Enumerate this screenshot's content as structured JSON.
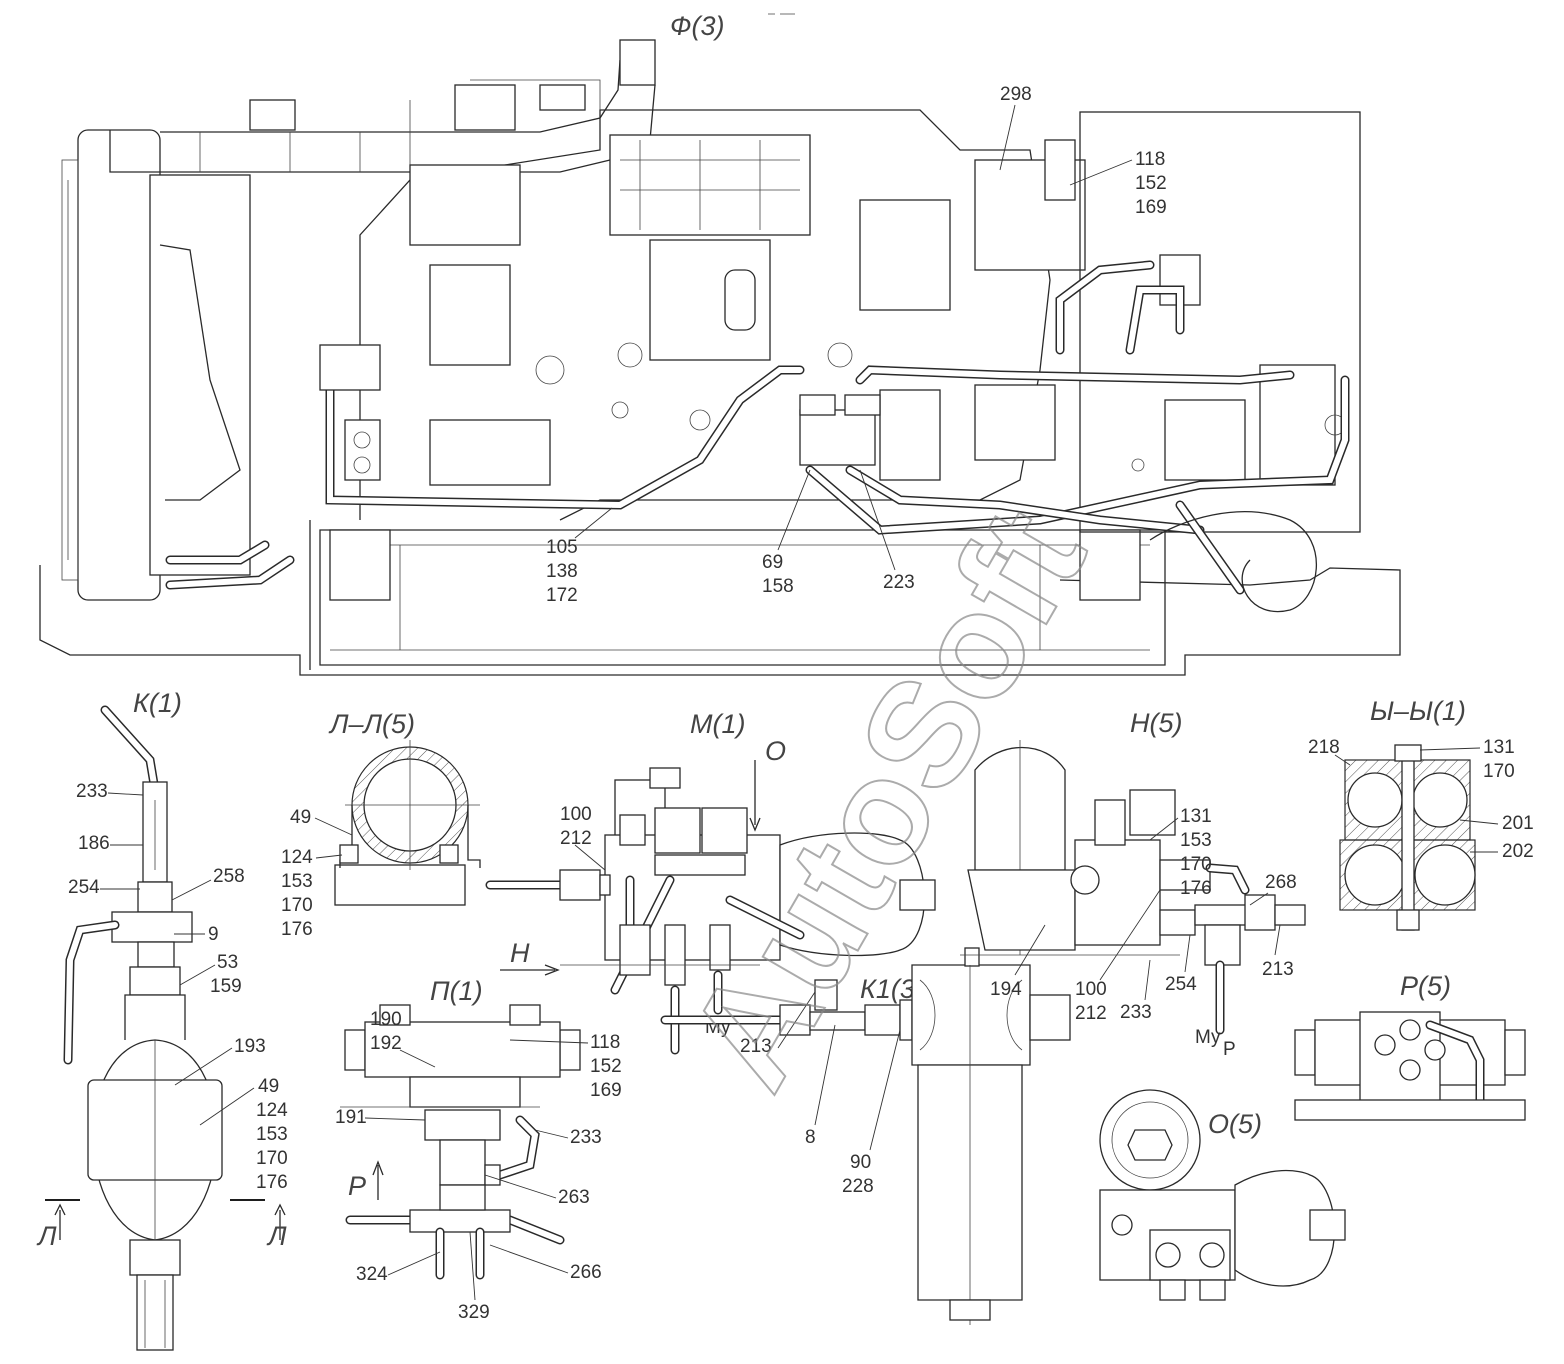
{
  "views": {
    "f": "Ф(3)",
    "k": "К(1)",
    "ll": "Л–Л(5)",
    "m": "М(1)",
    "n": "Н(5)",
    "yy": "Ы–Ы(1)",
    "p": "П(1)",
    "k1": "К1(3)",
    "r": "Р(5)",
    "o": "О(5)"
  },
  "section_marks": {
    "l_left": "Л",
    "l_right": "Л",
    "h_arrow": "Н",
    "o_arrow": "О",
    "p_arrow": "Р"
  },
  "labels": {
    "top": [
      "298",
      "118",
      "152",
      "169",
      "105",
      "138",
      "172",
      "69",
      "158",
      "223"
    ],
    "k": [
      "233",
      "186",
      "254",
      "258",
      "9",
      "53",
      "159",
      "193",
      "49",
      "124",
      "153",
      "170",
      "176"
    ],
    "ll": [
      "49",
      "124",
      "153",
      "170",
      "176"
    ],
    "m": [
      "100",
      "212",
      "Му"
    ],
    "p": [
      "190",
      "192",
      "191",
      "118",
      "152",
      "169",
      "233",
      "263",
      "324",
      "329",
      "266"
    ],
    "n": [
      "131",
      "153",
      "170",
      "176",
      "268",
      "194",
      "100",
      "212",
      "233",
      "254",
      "213",
      "Му",
      "Р"
    ],
    "yy": [
      "218",
      "131",
      "170",
      "201",
      "202"
    ],
    "k1": [
      "213",
      "8",
      "90",
      "228"
    ]
  },
  "watermark": "AutoSoft"
}
